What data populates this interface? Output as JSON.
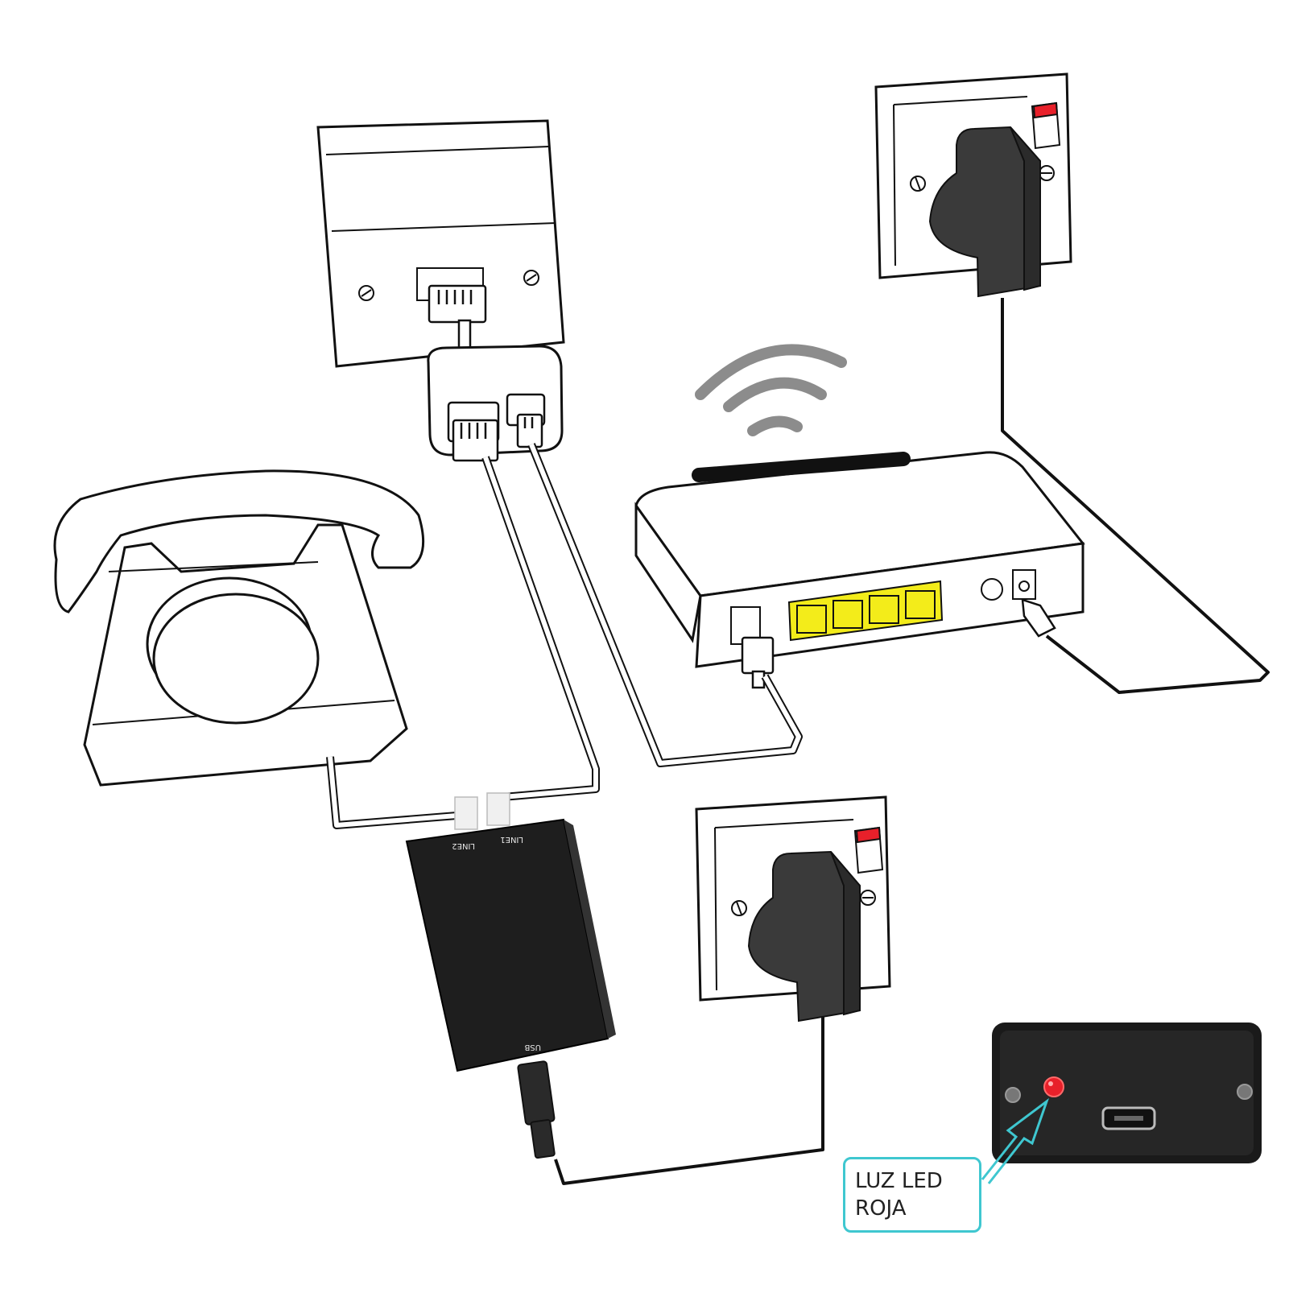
{
  "callout": {
    "line1": "LUZ LED",
    "line2": "ROJA"
  },
  "adapter": {
    "port_line2": "LINE2",
    "port_line1": "LINE1",
    "port_usb": "USB"
  },
  "colors": {
    "callout_border": "#3fc7d0",
    "led": "#e8202a",
    "router_ports": "#f3ec1a",
    "device_body": "#1e1e1e",
    "plug_body": "#3a3a3a",
    "wifi": "#8c8c8c"
  },
  "icons": [
    "wifi-icon",
    "telephone-icon",
    "router-icon",
    "wall-socket-icon",
    "power-adapter-icon",
    "phone-splitter-icon",
    "usb-line-adapter-icon",
    "led-icon",
    "arrow-icon"
  ]
}
